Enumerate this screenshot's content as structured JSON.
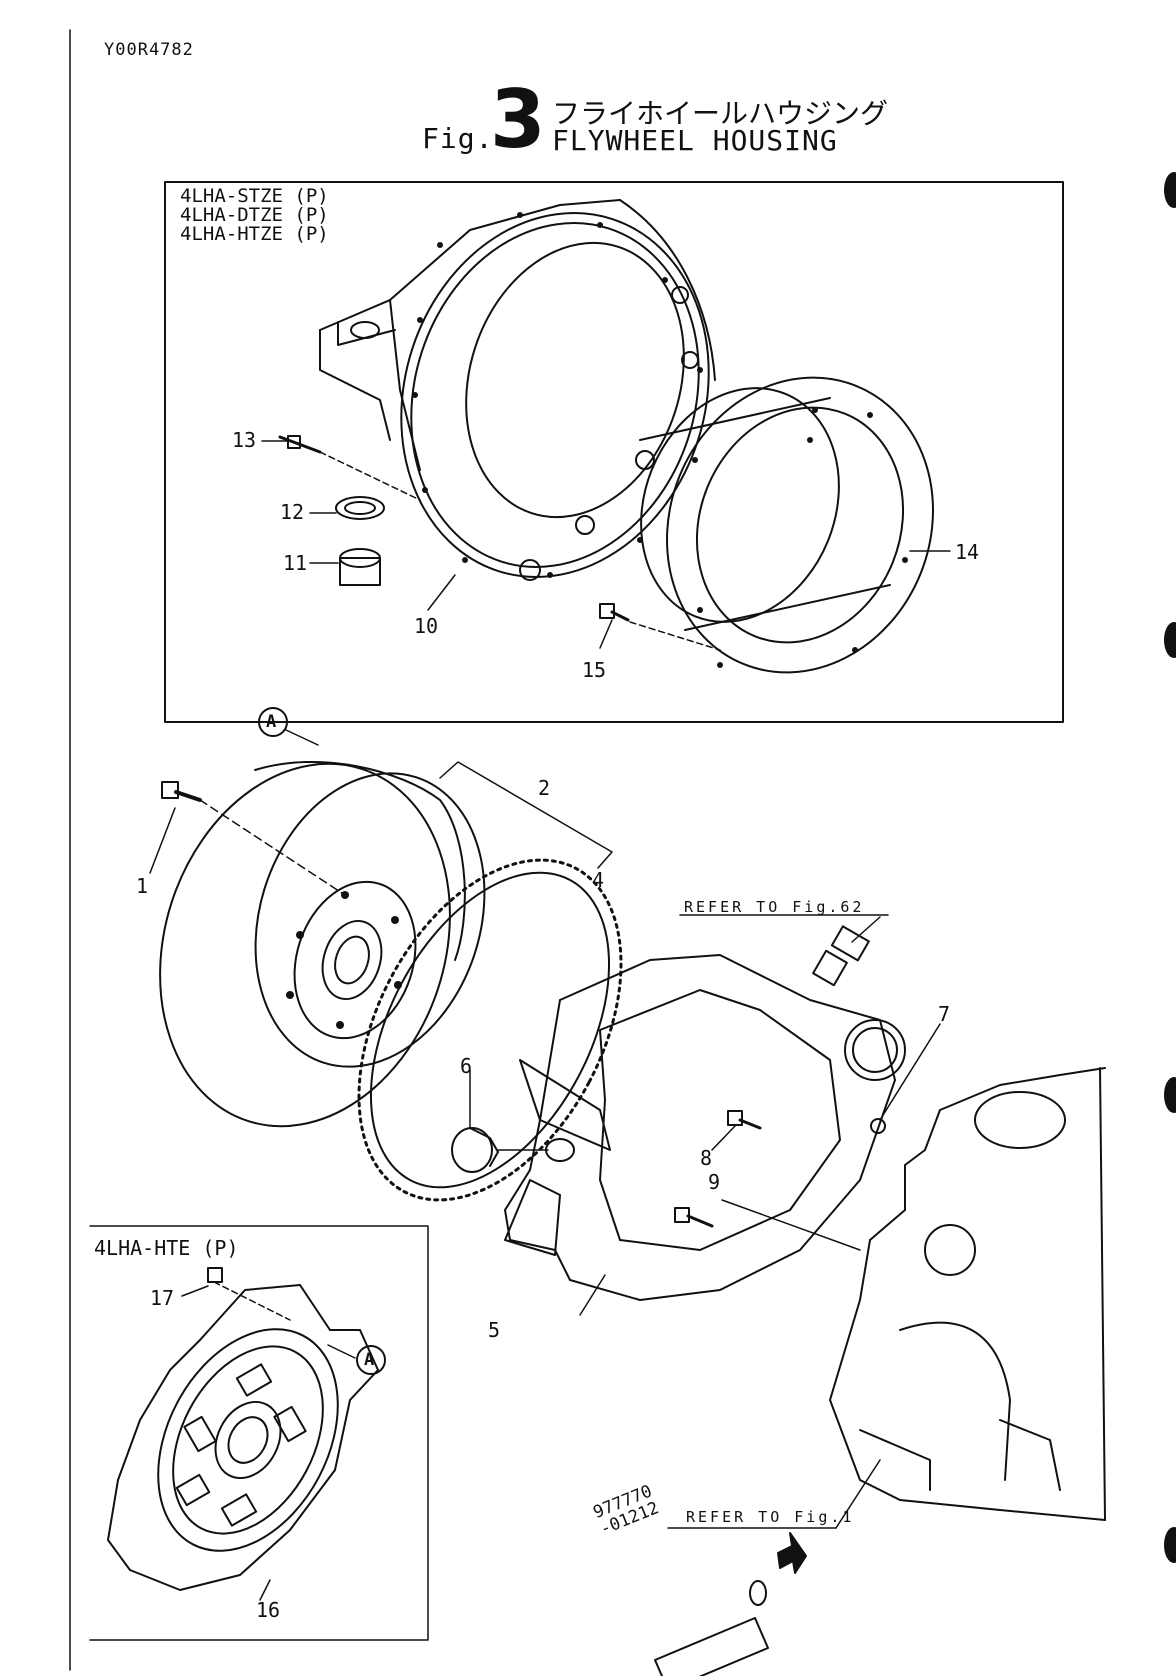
{
  "document_id": "Y00R4782",
  "figure": {
    "prefix": "Fig.",
    "number": "3",
    "title_jp": "フライホイールハウジング",
    "title_en": "FLYWHEEL HOUSING"
  },
  "housing_box": {
    "models": [
      "4LHA-STZE (P)",
      "4LHA-DTZE (P)",
      "4LHA-HTZE (P)"
    ]
  },
  "damper_box": {
    "model": "4LHA-HTE (P)"
  },
  "part_callouts": [
    "1",
    "2",
    "4",
    "5",
    "6",
    "7",
    "8",
    "9",
    "10",
    "11",
    "12",
    "13",
    "14",
    "15",
    "16",
    "17"
  ],
  "reference_marker": "A",
  "references": {
    "sensor": "REFER TO Fig.62",
    "block": "REFER TO Fig.1"
  },
  "sealant_tube": {
    "code_line1": "977770",
    "code_line2": "-01212"
  }
}
